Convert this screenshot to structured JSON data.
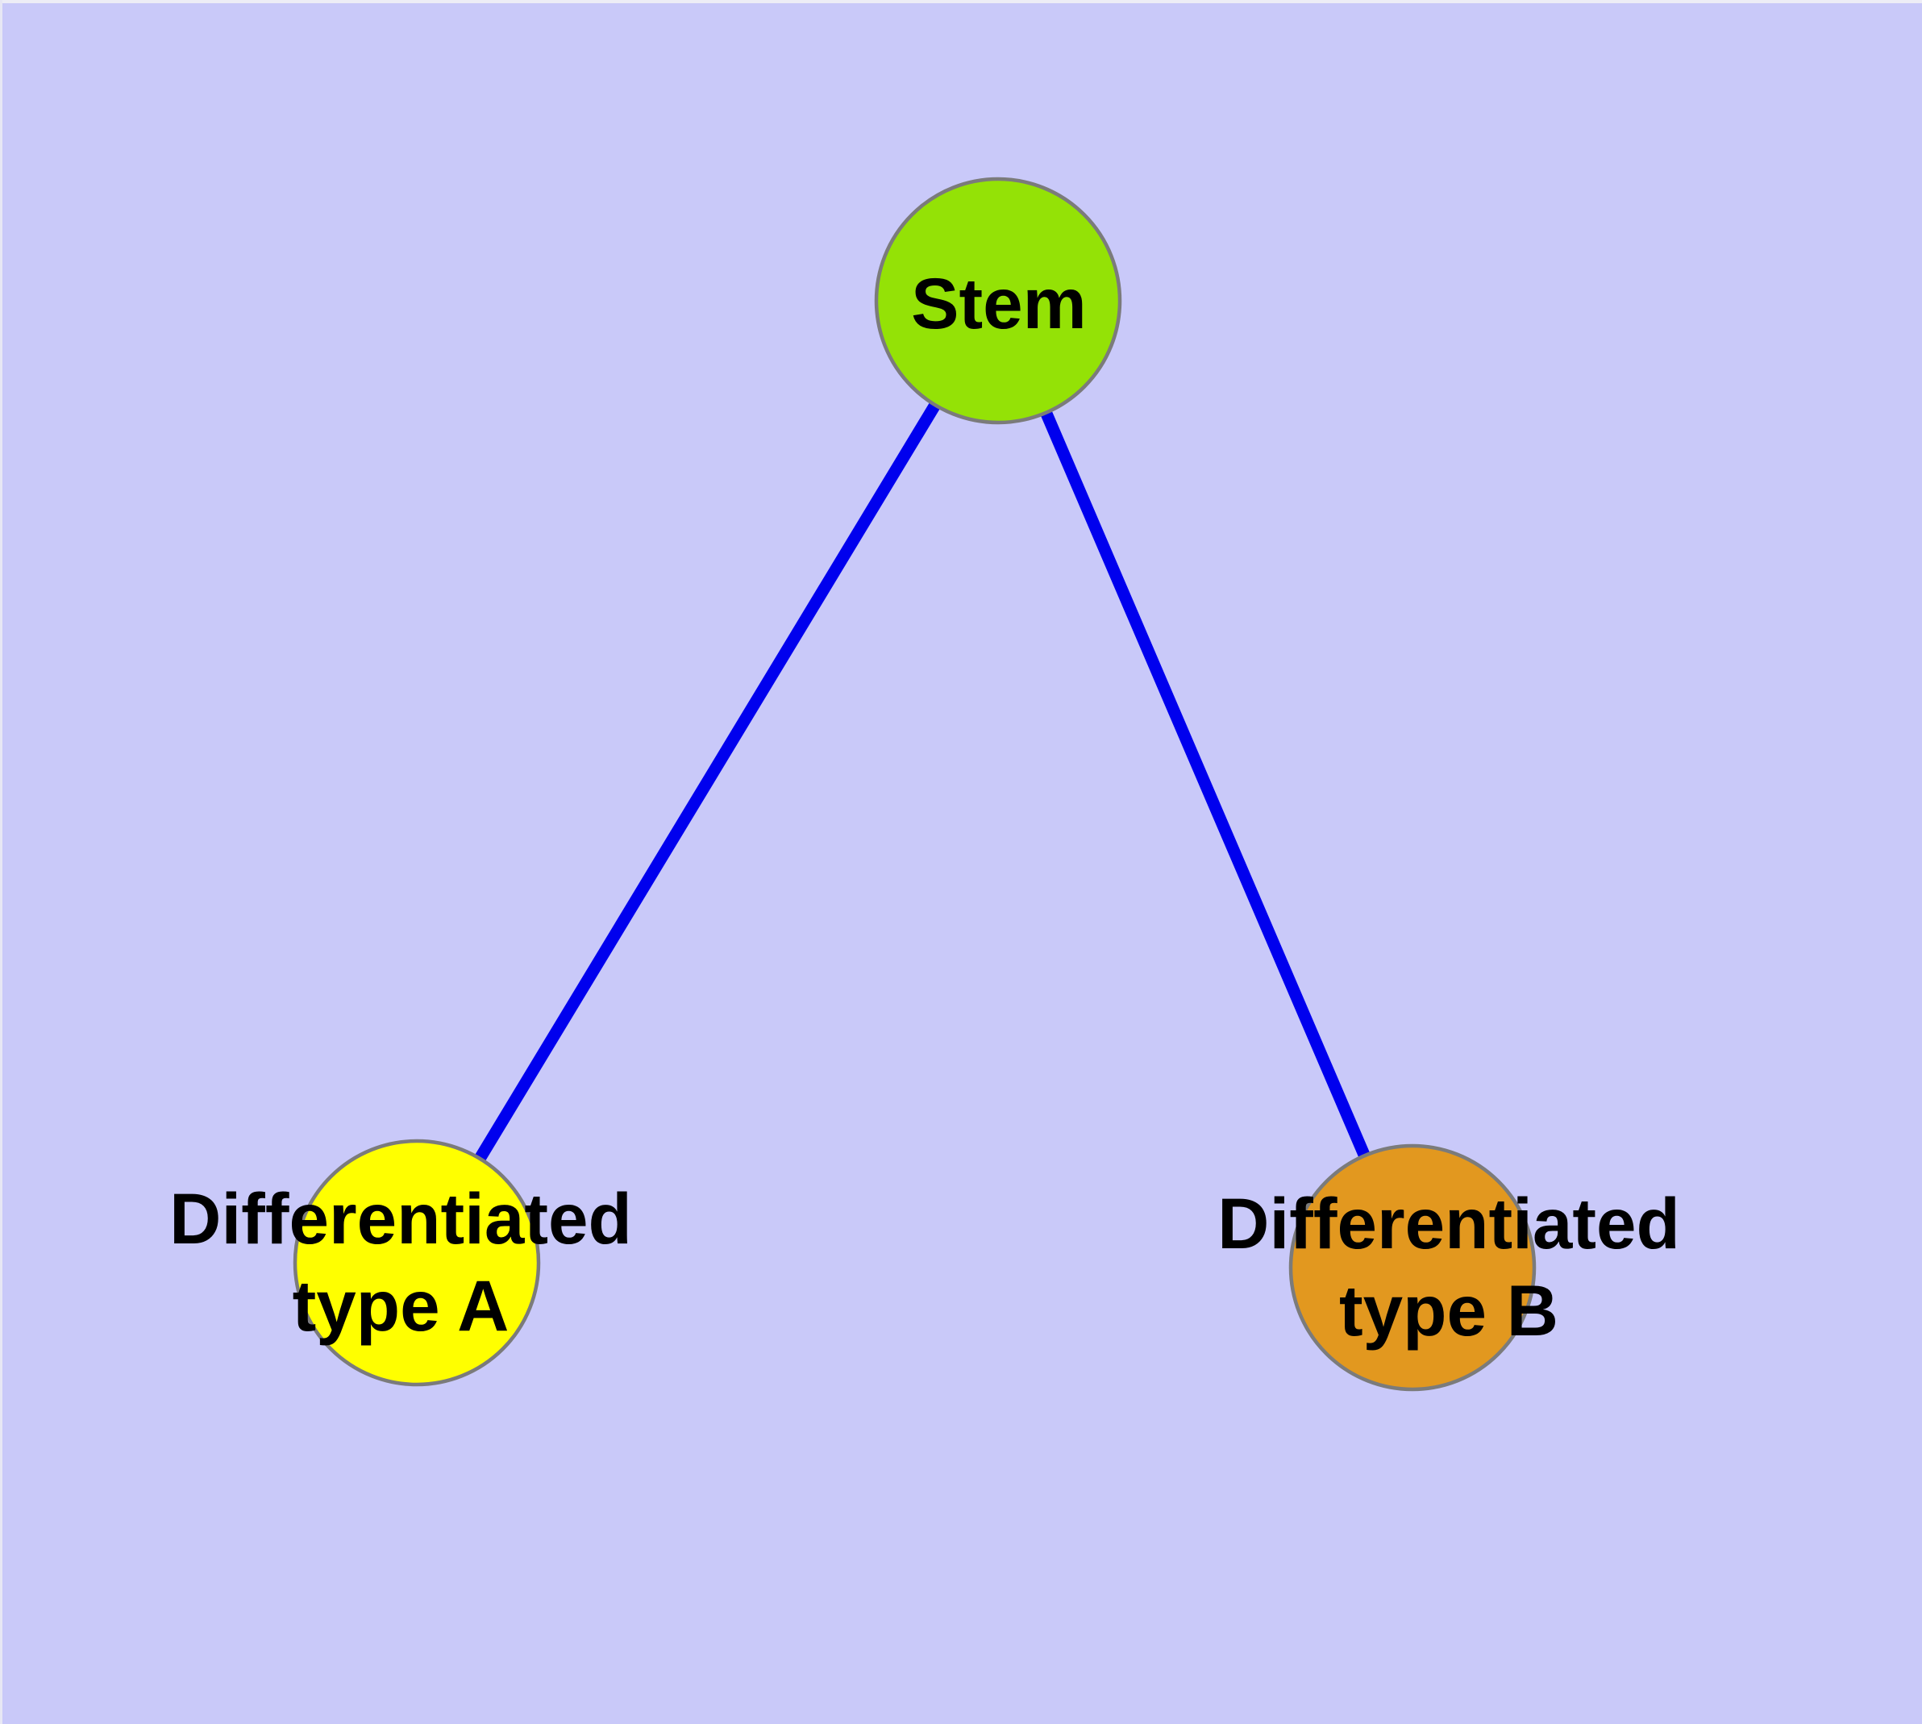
{
  "diagram": {
    "type": "graph",
    "background_color": "#C9C9F9",
    "edge_color": "#0000EE",
    "node_border_color": "#7B7B7B",
    "label_color": "#000000",
    "nodes": {
      "stem": {
        "id": "stem",
        "label": "Stem",
        "fill": "#94E206"
      },
      "typeA": {
        "id": "typeA",
        "label_line1": "Differentiated",
        "label_line2": "type A",
        "fill": "#FFFF00"
      },
      "typeB": {
        "id": "typeB",
        "label_line1": "Differentiated",
        "label_line2": "type B",
        "fill": "#E2981F"
      }
    },
    "edges": [
      {
        "from": "stem",
        "to": "typeA"
      },
      {
        "from": "stem",
        "to": "typeB"
      }
    ]
  }
}
